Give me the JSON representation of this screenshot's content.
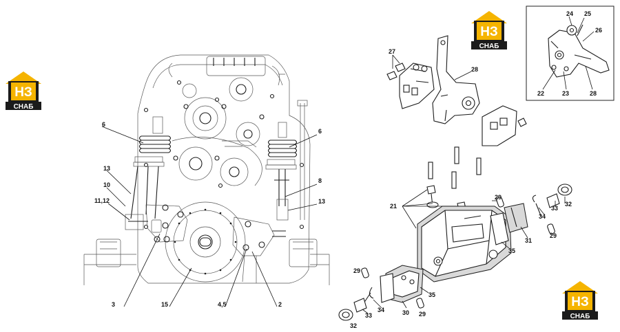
{
  "logo": {
    "mark": "НЗ",
    "word": "СНАБ",
    "accent_color": "#f5b400",
    "dark_color": "#1b1b1b"
  },
  "callouts": {
    "left": {
      "c6a": "6",
      "c6b": "6",
      "c13a": "13",
      "c10": "10",
      "c11_12": "11,12",
      "c8": "8",
      "c13b": "13",
      "c3": "3",
      "c15": "15",
      "c4_5": "4,5",
      "c2": "2"
    },
    "right": {
      "c27": "27",
      "c28": "28",
      "c21": "21",
      "c29a": "29",
      "c32a": "32",
      "c34a": "34",
      "c33a": "33",
      "c29b": "29",
      "c31": "31",
      "c35a": "35",
      "c29c": "29",
      "c35b": "35",
      "c34b": "34",
      "c33b": "33",
      "c32b": "32",
      "c30": "30",
      "c29d": "29"
    },
    "inset": {
      "c24": "24",
      "c25": "25",
      "c26": "26",
      "c22": "22",
      "c23": "23",
      "c28": "28"
    }
  }
}
